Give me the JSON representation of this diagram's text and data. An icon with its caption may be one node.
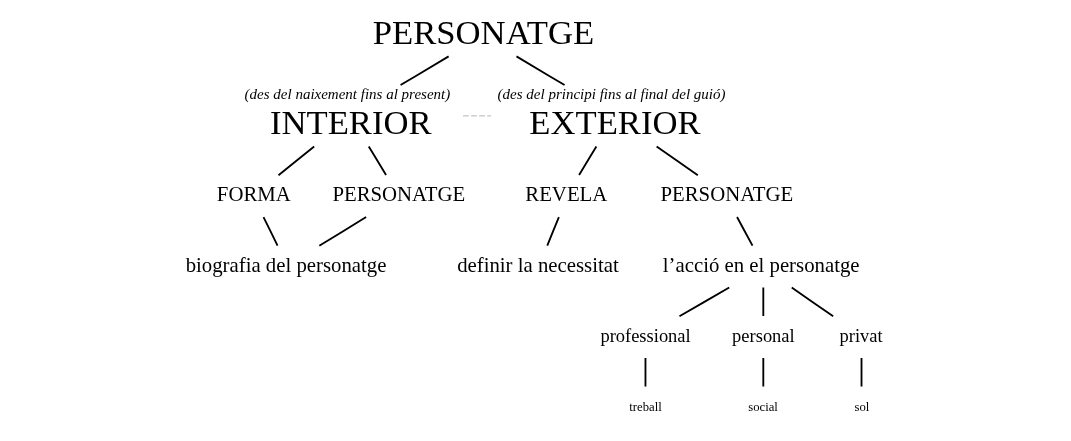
{
  "diagram": {
    "nodes": [
      {
        "text": [
          "PERSONATGE"
        ]
      },
      {
        "text": [
          "INTERIOR"
        ],
        "beside": [
          "(des del naixement fins al present)"
        ]
      },
      {
        "text": [
          "EXTERIOR"
        ],
        "beside": [
          "(des del principi fins al final del guió)"
        ]
      },
      {
        "text": [
          "FORMA"
        ]
      },
      {
        "text": [
          "PERSONATGE"
        ]
      },
      {
        "text": [
          "biografia del personatge"
        ]
      },
      {
        "text": [
          "REVELA"
        ]
      },
      {
        "text": [
          "PERSONATGE"
        ]
      },
      {
        "text": [
          "definir la necessitat"
        ]
      },
      {
        "text": [
          "l’acció en el personatge"
        ]
      },
      {
        "text": [
          "professional"
        ]
      },
      {
        "text": [
          "personal"
        ]
      },
      {
        "text": [
          "privat"
        ]
      },
      {
        "text": [
          "treball"
        ]
      },
      {
        "text": [
          "social"
        ]
      },
      {
        "text": [
          "sol"
        ]
      }
    ],
    "edges": [
      {
        "from": 0,
        "to": 1,
        "arrow": "none"
      },
      {
        "from": 0,
        "to": 2,
        "arrow": "none"
      },
      {
        "from": 1,
        "to": 2,
        "arrow": "none",
        "style": "dashed",
        "color": "#b0b0b0"
      },
      {
        "from": 1,
        "to": 3,
        "arrow": "none"
      },
      {
        "from": 1,
        "to": 4,
        "arrow": "none"
      },
      {
        "from": 3,
        "to": 5,
        "arrow": "none"
      },
      {
        "from": 4,
        "to": 5,
        "arrow": "none"
      },
      {
        "from": 2,
        "to": 6,
        "arrow": "none"
      },
      {
        "from": 2,
        "to": 7,
        "arrow": "none"
      },
      {
        "from": 6,
        "to": 8,
        "arrow": "none"
      },
      {
        "from": 7,
        "to": 9,
        "arrow": "none"
      },
      {
        "from": 9,
        "to": 10,
        "arrow": "none"
      },
      {
        "from": 9,
        "to": 11,
        "arrow": "none"
      },
      {
        "from": 9,
        "to": 12,
        "arrow": "none"
      },
      {
        "from": 10,
        "to": 13,
        "arrow": "none"
      },
      {
        "from": 11,
        "to": 14,
        "arrow": "none"
      },
      {
        "from": 12,
        "to": 15,
        "arrow": "none"
      }
    ]
  }
}
